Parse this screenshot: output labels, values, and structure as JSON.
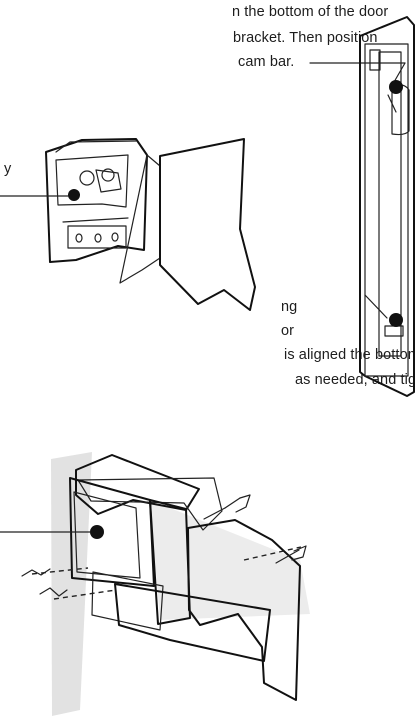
{
  "instructions": {
    "line1": "n the bottom of the door",
    "line2": "bracket. Then position",
    "line3": "cam bar.",
    "line4": "y",
    "line5": "ng",
    "line6": "or",
    "line7": "is aligned the bottom",
    "line8": "as needed, and tighten"
  },
  "illustrations": {
    "top_left": "bracket-closeup-illustration",
    "right": "door-illustration",
    "bottom": "closure-mounting-illustration"
  }
}
